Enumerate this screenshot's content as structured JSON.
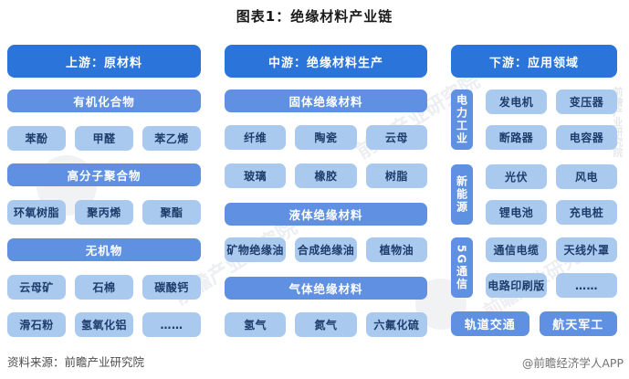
{
  "title": "图表1：绝缘材料产业链",
  "watermark": {
    "text": "前瞻产业研究院"
  },
  "columns": {
    "upstream": {
      "header": "上游：原材料",
      "groups": [
        {
          "sub": "有机化合物",
          "rows": [
            [
              "苯酚",
              "甲醛",
              "苯乙烯"
            ]
          ]
        },
        {
          "sub": "高分子聚合物",
          "rows": [
            [
              "环氧树脂",
              "聚丙烯",
              "聚酯"
            ]
          ]
        },
        {
          "sub": "无机物",
          "rows": [
            [
              "云母矿",
              "石棉",
              "碳酸钙"
            ],
            [
              "滑石粉",
              "氢氧化铝",
              "……"
            ]
          ]
        }
      ]
    },
    "midstream": {
      "header": "中游：绝缘材料生产",
      "groups": [
        {
          "sub": "固体绝缘材料",
          "rows": [
            [
              "纤维",
              "陶瓷",
              "云母"
            ],
            [
              "玻璃",
              "橡胶",
              "树脂"
            ]
          ]
        },
        {
          "sub": "液体绝缘材料",
          "rows": [
            [
              "矿物绝缘油",
              "合成绝缘油",
              "植物油"
            ]
          ]
        },
        {
          "sub": "气体绝缘材料",
          "rows": [
            [
              "氢气",
              "氮气",
              "六氟化硫"
            ]
          ]
        }
      ]
    },
    "downstream": {
      "header": "下游：应用领域",
      "groups": [
        {
          "tab": "电力工业",
          "items": [
            "发电机",
            "变压器",
            "断路器",
            "电容器"
          ]
        },
        {
          "tab": "新能源",
          "items": [
            "光伏",
            "风电",
            "锂电池",
            "充电桩"
          ]
        },
        {
          "tab": "5G通信",
          "items": [
            "通信电缆",
            "天线外罩",
            "电路印刷版",
            "……"
          ]
        }
      ],
      "bottom": [
        "轨道交通",
        "航天军工"
      ]
    }
  },
  "footer": {
    "source": "资料来源：前瞻产业研究院",
    "credit": "@前瞻经济学人APP"
  },
  "colors": {
    "header_blue": "#2B74D9",
    "mid_blue": "#5F90E2",
    "light_blue": "#A9C9EF",
    "item_text": "#1D3E6B"
  }
}
